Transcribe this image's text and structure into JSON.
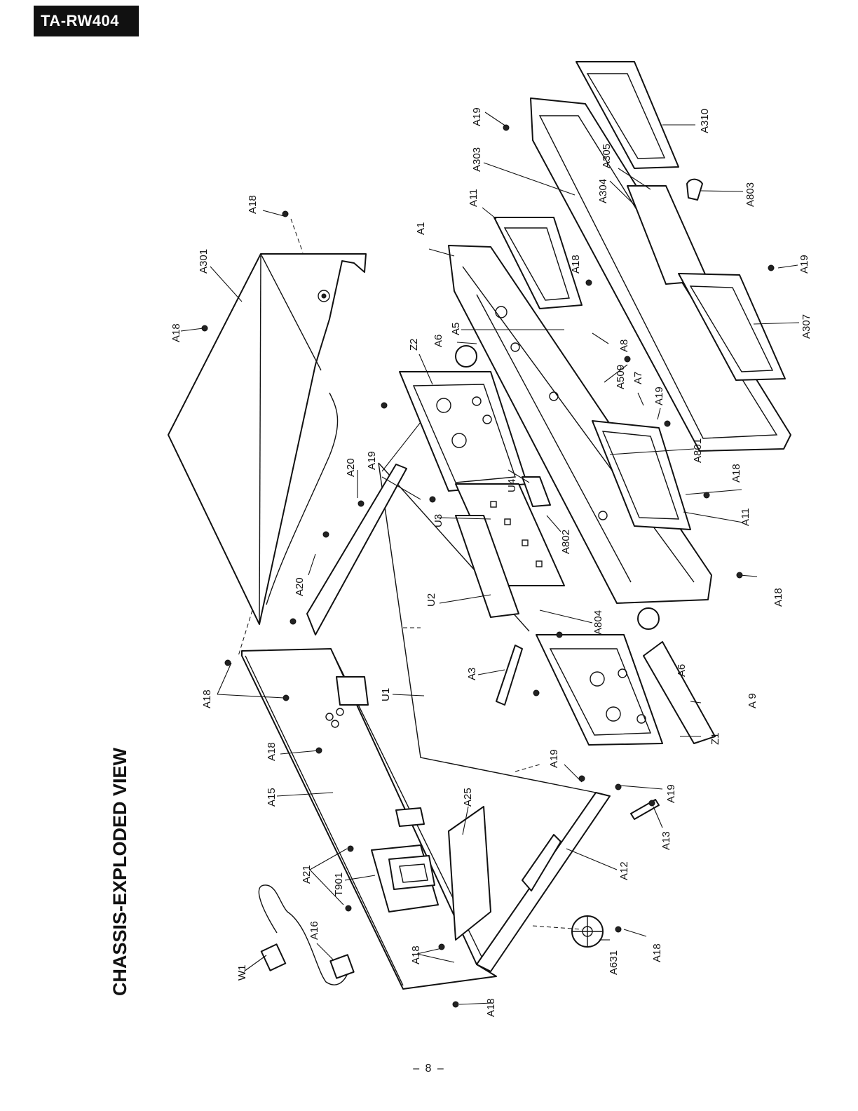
{
  "model": "TA-RW404",
  "title": "CHASSIS-EXPLODED VIEW",
  "page_number": "– 8 –",
  "part_labels": {
    "a301": "A301",
    "a18": "A18",
    "a19": "A19",
    "a20": "A20",
    "a21": "A21",
    "a1": "A1",
    "a3": "A3",
    "a5": "A5",
    "a6": "A6",
    "a7": "A7",
    "a8": "A8",
    "a9": "A 9",
    "a11": "A11",
    "a12": "A12",
    "a13": "A13",
    "a15": "A15",
    "a16": "A16",
    "a25": "A25",
    "a303": "A303",
    "a304": "A304",
    "a305": "A305",
    "a307": "A307",
    "a310": "A310",
    "a509": "A509",
    "a631": "A631",
    "a801": "A801",
    "a802": "A802",
    "a803": "A803",
    "a804": "A804",
    "z1": "Z1",
    "z2": "Z2",
    "u1": "U1",
    "u2": "U2",
    "u3": "U3",
    "u4": "U4",
    "t901": "T901",
    "w1": "W1"
  }
}
